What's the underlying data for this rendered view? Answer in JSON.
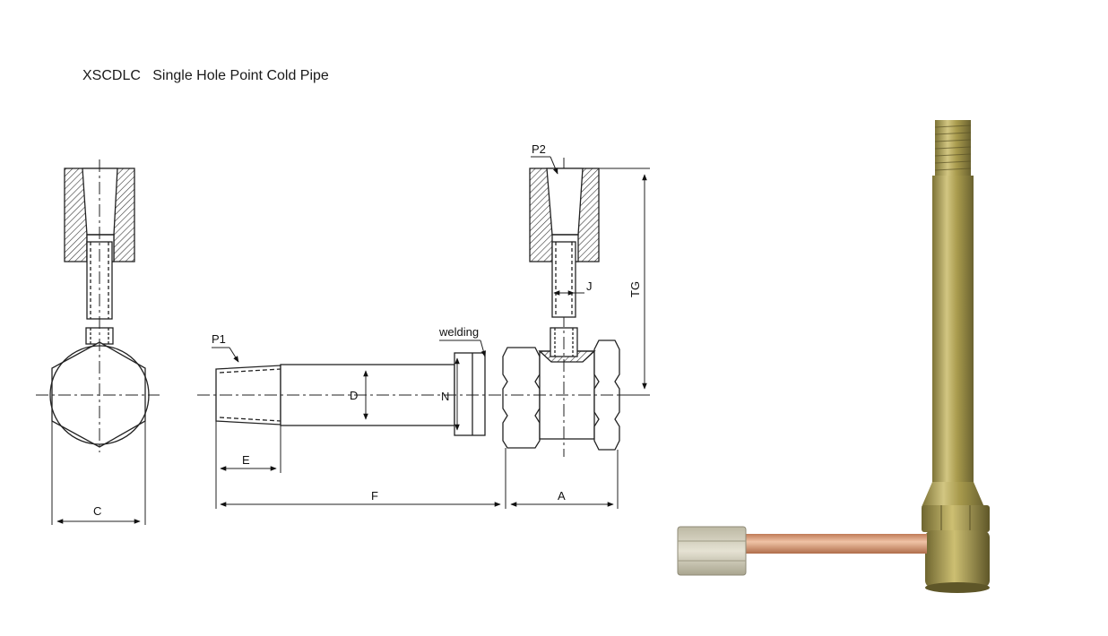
{
  "title": {
    "code": "XSCDLC",
    "name": "Single Hole Point Cold Pipe"
  },
  "labels": {
    "p1": "P1",
    "p2": "P2",
    "welding": "welding",
    "d": "D",
    "n": "N",
    "e": "E",
    "f": "F",
    "a": "A",
    "c": "C",
    "j": "J",
    "tg": "TG"
  },
  "colors": {
    "line": "#222222",
    "hatch": "#333333",
    "brass": "#b5a64f",
    "copper": "#d19a74",
    "nut": "#d6d3c4"
  }
}
